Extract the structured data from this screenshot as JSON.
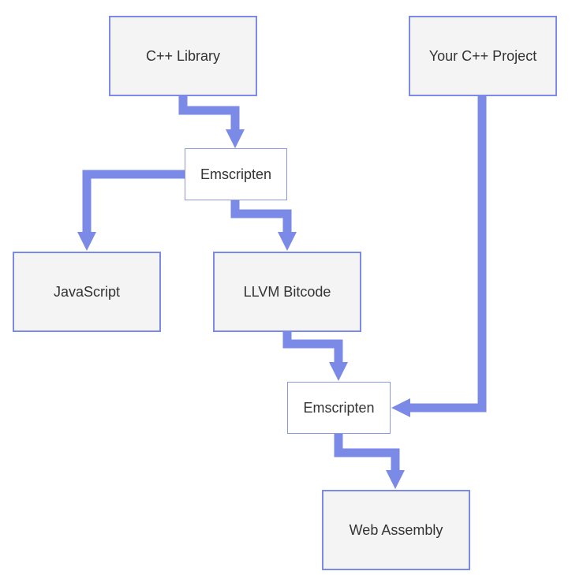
{
  "diagram": {
    "colors": {
      "edge": "#7b8ae6",
      "box_fill": "#f4f4f4",
      "box_border": "#7b8ae6",
      "text": "#333333"
    },
    "nodes": {
      "cpp_library": "C++ Library",
      "your_project": "Your C++ Project",
      "emscripten_top": "Emscripten",
      "javascript": "JavaScript",
      "llvm_bitcode": "LLVM Bitcode",
      "emscripten_bottom": "Emscripten",
      "web_assembly": "Web Assembly"
    },
    "edges": [
      {
        "from": "C++ Library",
        "to": "Emscripten"
      },
      {
        "from": "Emscripten",
        "to": "JavaScript"
      },
      {
        "from": "Emscripten",
        "to": "LLVM Bitcode"
      },
      {
        "from": "LLVM Bitcode",
        "to": "Emscripten"
      },
      {
        "from": "Your C++ Project",
        "to": "Emscripten"
      },
      {
        "from": "Emscripten",
        "to": "Web Assembly"
      }
    ]
  }
}
